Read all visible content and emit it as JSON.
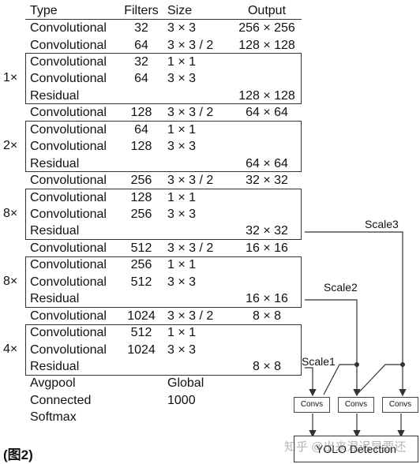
{
  "header": {
    "type": "Type",
    "filters": "Filters",
    "size": "Size",
    "output": "Output"
  },
  "rows": [
    {
      "type": "Convolutional",
      "filters": "32",
      "size": "3 × 3",
      "output": "256 × 256"
    },
    {
      "type": "Convolutional",
      "filters": "64",
      "size": "3 × 3 / 2",
      "output": "128 × 128"
    },
    {
      "type": "Convolutional",
      "filters": "32",
      "size": "1 × 1",
      "output": ""
    },
    {
      "type": "Convolutional",
      "filters": "64",
      "size": "3 × 3",
      "output": ""
    },
    {
      "type": "Residual",
      "filters": "",
      "size": "",
      "output": "128 × 128"
    },
    {
      "type": "Convolutional",
      "filters": "128",
      "size": "3 × 3 / 2",
      "output": "64 × 64"
    },
    {
      "type": "Convolutional",
      "filters": "64",
      "size": "1 × 1",
      "output": ""
    },
    {
      "type": "Convolutional",
      "filters": "128",
      "size": "3 × 3",
      "output": ""
    },
    {
      "type": "Residual",
      "filters": "",
      "size": "",
      "output": "64 × 64"
    },
    {
      "type": "Convolutional",
      "filters": "256",
      "size": "3 × 3 / 2",
      "output": "32 × 32"
    },
    {
      "type": "Convolutional",
      "filters": "128",
      "size": "1 × 1",
      "output": ""
    },
    {
      "type": "Convolutional",
      "filters": "256",
      "size": "3 × 3",
      "output": ""
    },
    {
      "type": "Residual",
      "filters": "",
      "size": "",
      "output": "32 × 32"
    },
    {
      "type": "Convolutional",
      "filters": "512",
      "size": "3 × 3 / 2",
      "output": "16 × 16"
    },
    {
      "type": "Convolutional",
      "filters": "256",
      "size": "1 × 1",
      "output": ""
    },
    {
      "type": "Convolutional",
      "filters": "512",
      "size": "3 × 3",
      "output": ""
    },
    {
      "type": "Residual",
      "filters": "",
      "size": "",
      "output": "16 × 16"
    },
    {
      "type": "Convolutional",
      "filters": "1024",
      "size": "3 × 3 / 2",
      "output": "8 × 8"
    },
    {
      "type": "Convolutional",
      "filters": "512",
      "size": "1 × 1",
      "output": ""
    },
    {
      "type": "Convolutional",
      "filters": "1024",
      "size": "3 × 3",
      "output": ""
    },
    {
      "type": "Residual",
      "filters": "",
      "size": "",
      "output": "8 × 8"
    },
    {
      "type": "Avgpool",
      "filters": "",
      "size": "Global",
      "output": ""
    },
    {
      "type": "Connected",
      "filters": "",
      "size": "1000",
      "output": ""
    },
    {
      "type": "Softmax",
      "filters": "",
      "size": "",
      "output": ""
    }
  ],
  "repeats": [
    "1×",
    "2×",
    "8×",
    "8×",
    "4×"
  ],
  "scales": [
    "Scale3",
    "Scale2",
    "Scale1"
  ],
  "convs_label": "Convs",
  "yolo_label": "YOLO Detection",
  "watermark": "知乎 @出来混迟早要还",
  "figure_label": "(图2)"
}
